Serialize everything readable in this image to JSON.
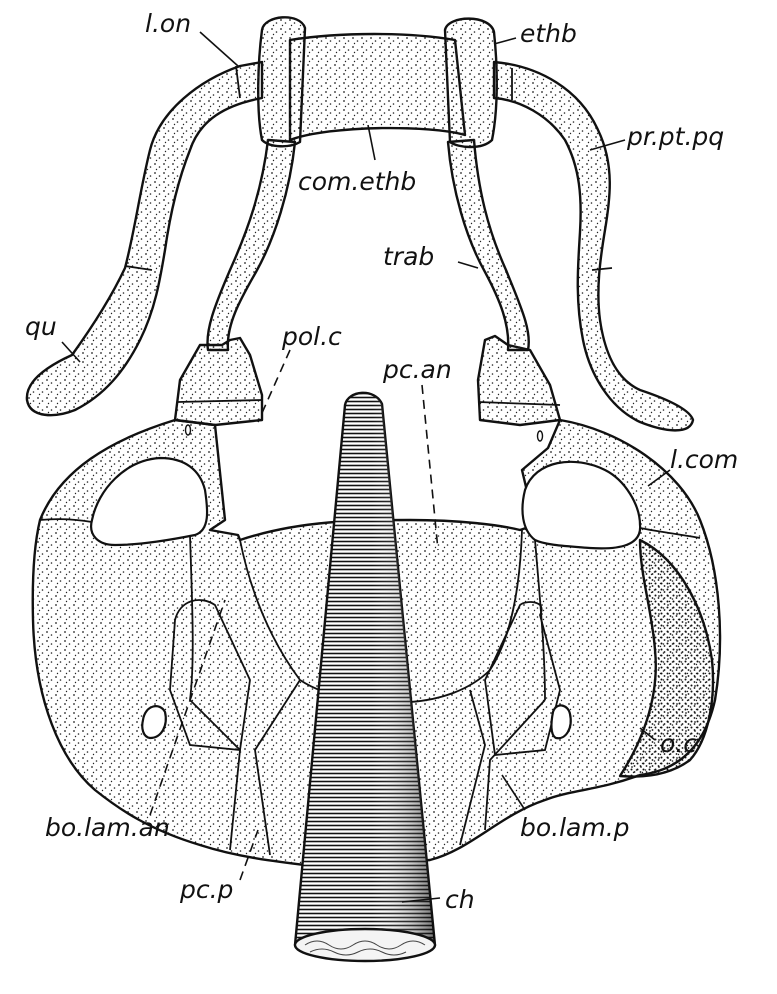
{
  "labels": {
    "l_on": "l.on",
    "ethb": "ethb",
    "pr_pt_pq": "pr.pt.pq",
    "com_ethb": "com.ethb",
    "trab": "trab",
    "qu": "qu",
    "pol_c": "pol.c",
    "pc_an": "pc.an",
    "l_com": "l.com",
    "o_c": "o.c",
    "bo_lam_an": "bo.lam.an",
    "bo_lam_p": "bo.lam.p",
    "pc_p": "pc.p",
    "ch": "ch"
  }
}
